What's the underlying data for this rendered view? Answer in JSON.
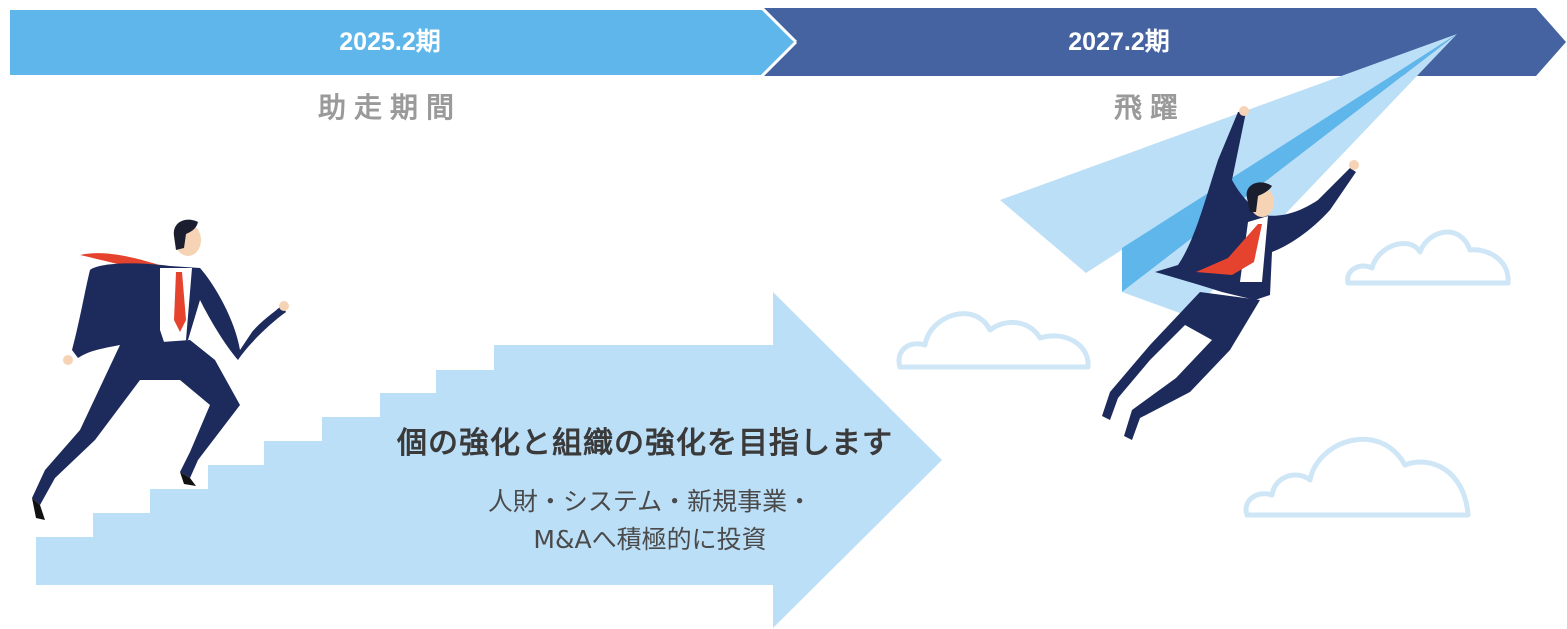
{
  "timeline": {
    "phase1": {
      "period": "2025.2期",
      "label": "助走期間"
    },
    "phase2": {
      "period": "2027.2期",
      "label": "飛躍"
    }
  },
  "message": {
    "headline": "個の強化と組織の強化を目指します",
    "line1": "人財・システム・新規事業・",
    "line2": "M&Aへ積極的に投資"
  },
  "colors": {
    "phase1_bar": "#5eb6ea",
    "phase2_bar": "#4563a0",
    "arrow": "#bcdff8",
    "suit": "#1c2a5c",
    "tie": "#e5432d",
    "cloud": "#cfe6f7"
  },
  "icons": [
    "runner-businessman-icon",
    "flying-businessman-icon",
    "paper-plane-icon",
    "cloud-icon",
    "stairs-arrow-icon"
  ]
}
